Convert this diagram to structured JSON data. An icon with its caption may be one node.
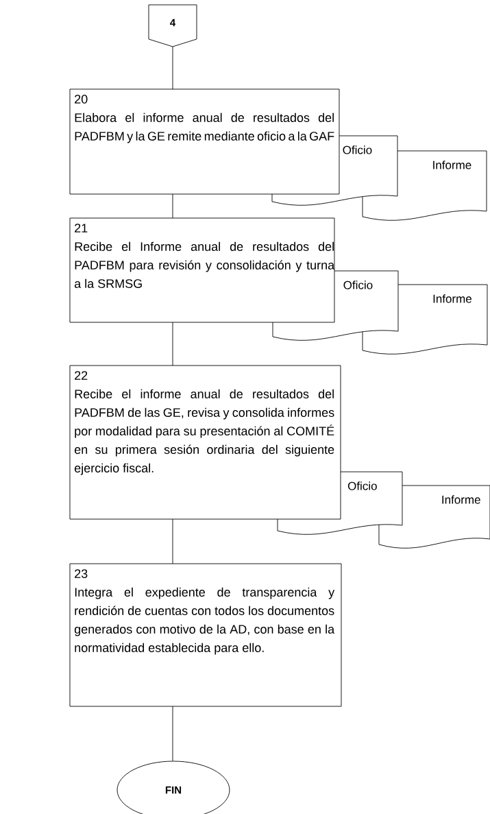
{
  "diagram": {
    "nodes": [
      {
        "text": [
          "4"
        ]
      },
      {
        "text": [
          "20",
          "Elabora el informe anual de resultados del PADFBM y la GE remite mediante oficio a la GAF"
        ]
      },
      {
        "text": [
          "Oficio"
        ]
      },
      {
        "text": [
          "Informe"
        ]
      },
      {
        "text": [
          "21",
          "Recibe el Informe anual de resultados del PADFBM para revisión y consolidación y turna a la SRMSG"
        ]
      },
      {
        "text": [
          "Oficio"
        ]
      },
      {
        "text": [
          "Informe"
        ]
      },
      {
        "text": [
          "22",
          "Recibe el informe anual de resultados del PADFBM de las GE, revisa y consolida informes por modalidad para su presentación al COMITÉ en su primera sesión ordinaria del siguiente ejercicio fiscal."
        ]
      },
      {
        "text": [
          "Oficio"
        ]
      },
      {
        "text": [
          "Informe"
        ]
      },
      {
        "text": [
          "23",
          "Integra el expediente de transparencia y rendición de cuentas con todos los documentos generados con motivo de la AD, con base en la normatividad establecida para ello."
        ]
      },
      {
        "text": [
          "FIN"
        ]
      }
    ],
    "edges": [
      {
        "from": 0,
        "to": 1,
        "arrow": "none"
      },
      {
        "from": 1,
        "to": 4,
        "arrow": "none"
      },
      {
        "from": 4,
        "to": 7,
        "arrow": "none"
      },
      {
        "from": 7,
        "to": 10,
        "arrow": "none"
      },
      {
        "from": 10,
        "to": 11,
        "arrow": "none"
      }
    ]
  }
}
